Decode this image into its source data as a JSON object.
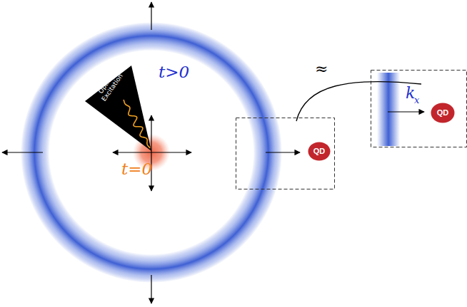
{
  "diagram": {
    "nodes": [
      {
        "text": [
          "Optical Excitation"
        ]
      },
      {
        "text": [
          "QD"
        ]
      },
      {
        "text": [
          "QD"
        ]
      }
    ],
    "labels": [
      "t>0",
      "t=0",
      "≈",
      "k",
      "x"
    ]
  }
}
